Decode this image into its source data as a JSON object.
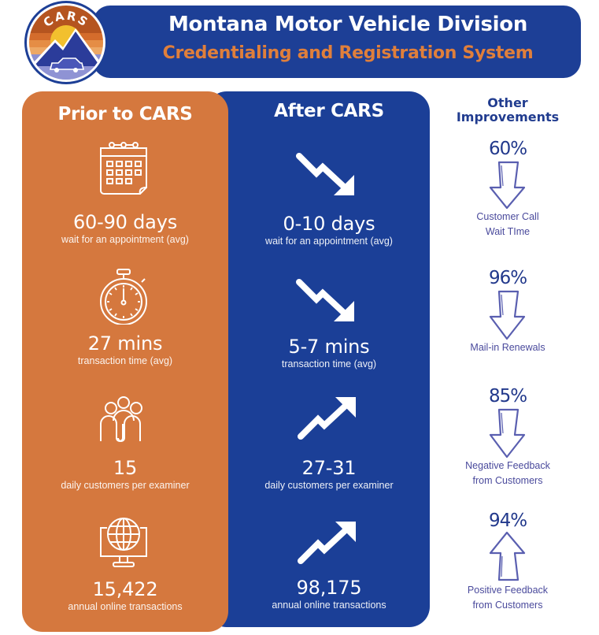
{
  "header": {
    "title": "Montana Motor Vehicle Division",
    "subtitle": "Credentialing and Registration System",
    "logo_text": "CARS",
    "colors": {
      "bar": "#1d3f96",
      "title": "#ffffff",
      "subtitle": "#e07f3b"
    }
  },
  "prior": {
    "title": "Prior to CARS",
    "color": "#d5783e",
    "metrics": [
      {
        "icon": "calendar-icon",
        "value": "60-90 days",
        "label": "wait for an appointment (avg)"
      },
      {
        "icon": "stopwatch-icon",
        "value": "27 mins",
        "label": "transaction time (avg)"
      },
      {
        "icon": "people-icon",
        "value": "15",
        "label": "daily customers per examiner"
      },
      {
        "icon": "globe-monitor-icon",
        "value": "15,422",
        "label": "annual online  transactions"
      }
    ]
  },
  "after": {
    "title": "After CARS",
    "color": "#1b3f97",
    "metrics": [
      {
        "icon": "trend-down-icon",
        "value": "0-10 days",
        "label": "wait for an appointment (avg)"
      },
      {
        "icon": "trend-down-icon",
        "value": "5-7 mins",
        "label": "transaction time (avg)"
      },
      {
        "icon": "trend-up-icon",
        "value": "27-31",
        "label": "daily customers per examiner"
      },
      {
        "icon": "trend-up-icon",
        "value": "98,175",
        "label": "annual online  transactions"
      }
    ]
  },
  "other": {
    "title_line1": "Other",
    "title_line2": "Improvements",
    "items": [
      {
        "pct": "60%",
        "direction": "down",
        "desc_line1": "Customer Call",
        "desc_line2": "Wait TIme"
      },
      {
        "pct": "96%",
        "direction": "down",
        "desc_line1": "Mail-in Renewals",
        "desc_line2": ""
      },
      {
        "pct": "85%",
        "direction": "down",
        "desc_line1": "Negative Feedback",
        "desc_line2": "from Customers"
      },
      {
        "pct": "94%",
        "direction": "up",
        "desc_line1": "Positive Feedback",
        "desc_line2": "from Customers"
      }
    ]
  }
}
